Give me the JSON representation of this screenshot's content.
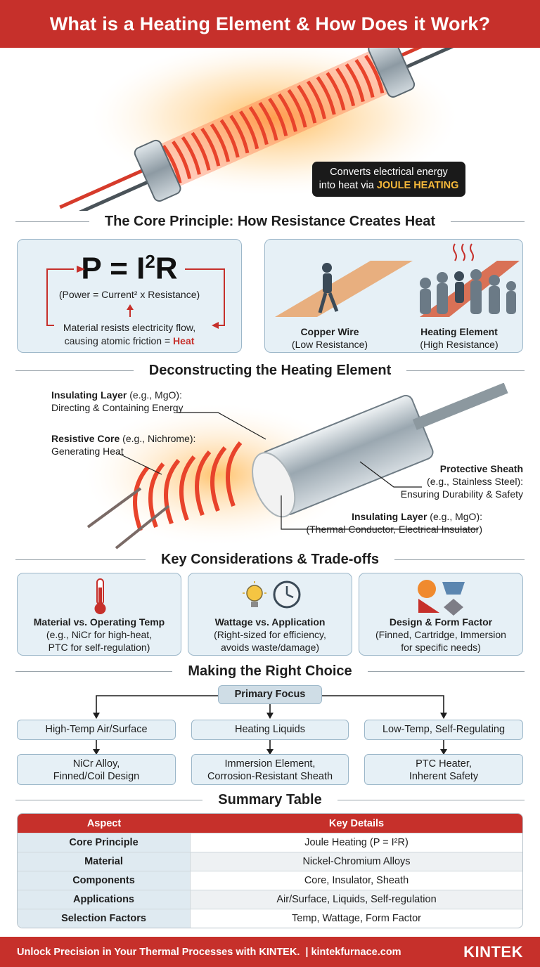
{
  "header": {
    "title": "What is a Heating Element & How Does it Work?"
  },
  "hero": {
    "callout_line1": "Converts electrical energy",
    "callout_line2_prefix": "into heat via ",
    "callout_highlight": "JOULE HEATING"
  },
  "principle": {
    "title": "The Core Principle: How Resistance Creates Heat",
    "formula_main": "P = I",
    "formula_sup": "2",
    "formula_end": "R",
    "formula_caption": "(Power = Current² x Resistance)",
    "resist_line1": "Material resists electricity flow,",
    "resist_line2_prefix": "causing atomic friction = ",
    "resist_heat": "Heat",
    "copper_title": "Copper Wire",
    "copper_sub": "(Low Resistance)",
    "element_title": "Heating Element",
    "element_sub": "(High Resistance)"
  },
  "deconstruct": {
    "title": "Deconstructing the Heating Element",
    "ins1_bold": "Insulating Layer",
    "ins1_rest": " (e.g., MgO):",
    "ins1_line2": "Directing & Containing Energy",
    "core_bold": "Resistive Core",
    "core_rest": " (e.g., Nichrome):",
    "core_line2": "Generating Heat",
    "sheath_bold": "Protective Sheath",
    "sheath_line2": "(e.g., Stainless Steel):",
    "sheath_line3": "Ensuring Durability & Safety",
    "ins2_bold": "Insulating Layer",
    "ins2_rest": " (e.g., MgO):",
    "ins2_line2": "(Thermal Conductor, Electrical Insulator)"
  },
  "considerations": {
    "title": "Key Considerations & Trade-offs",
    "cards": [
      {
        "title": "Material vs. Operating Temp",
        "line1": "(e.g., NiCr for high-heat,",
        "line2": "PTC for self-regulation)"
      },
      {
        "title": "Wattage vs. Application",
        "line1": "(Right-sized for efficiency,",
        "line2": "avoids waste/damage)"
      },
      {
        "title": "Design & Form Factor",
        "line1": "(Finned, Cartridge, Immersion",
        "line2": "for specific needs)"
      }
    ]
  },
  "choice": {
    "title": "Making the Right Choice",
    "focus": "Primary Focus",
    "options": [
      {
        "label": "High-Temp Air/Surface",
        "result1": "NiCr Alloy,",
        "result2": "Finned/Coil Design"
      },
      {
        "label": "Heating Liquids",
        "result1": "Immersion Element,",
        "result2": "Corrosion-Resistant Sheath"
      },
      {
        "label": "Low-Temp, Self-Regulating",
        "result1": "PTC Heater,",
        "result2": "Inherent Safety"
      }
    ]
  },
  "summary": {
    "title": "Summary Table",
    "col1": "Aspect",
    "col2": "Key Details",
    "rows": [
      {
        "aspect": "Core Principle",
        "detail": "Joule Heating (P = I²R)"
      },
      {
        "aspect": "Material",
        "detail": "Nickel-Chromium Alloys"
      },
      {
        "aspect": "Components",
        "detail": "Core, Insulator, Sheath"
      },
      {
        "aspect": "Applications",
        "detail": "Air/Surface, Liquids, Self-regulation"
      },
      {
        "aspect": "Selection Factors",
        "detail": "Temp, Wattage, Form Factor"
      }
    ]
  },
  "footer": {
    "message": "Unlock Precision in Your Thermal Processes with KINTEK.",
    "url": "| kintekfurnace.com",
    "logo": "KINTEK"
  },
  "colors": {
    "brand_red": "#c6302b",
    "card_bg": "#e6f0f6",
    "card_border": "#9cb7c9",
    "highlight_gold": "#f5b83a"
  }
}
